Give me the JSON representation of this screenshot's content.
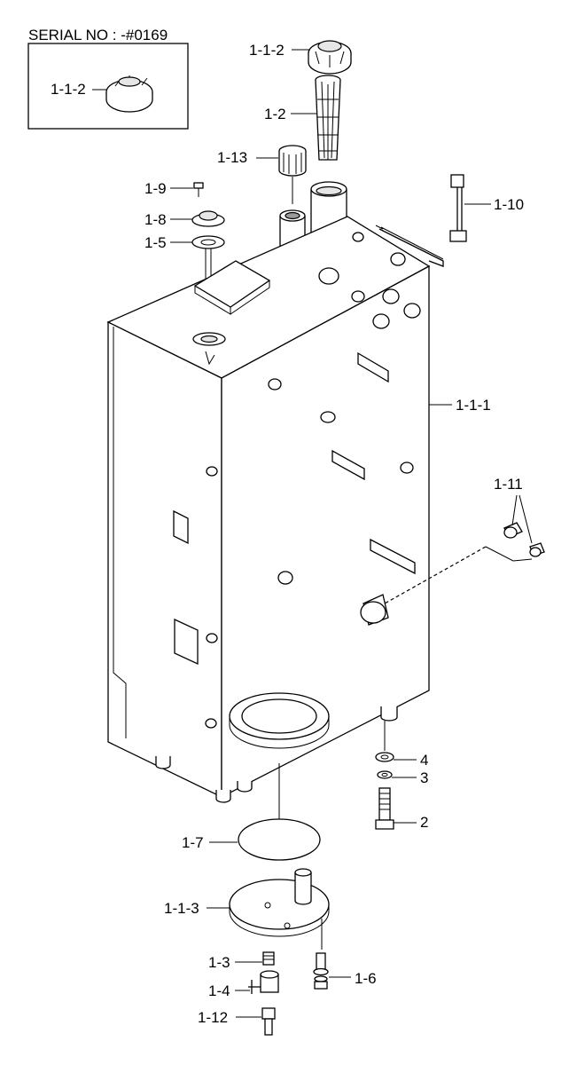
{
  "serial_note": "SERIAL NO : -#0169",
  "labels": {
    "inset_1_1_2": "1-1-2",
    "top_1_1_2": "1-1-2",
    "l_1_2": "1-2",
    "l_1_13": "1-13",
    "l_1_9": "1-9",
    "l_1_8": "1-8",
    "l_1_5": "1-5",
    "l_1_10": "1-10",
    "l_1_1_1": "1-1-1",
    "l_1_11": "1-11",
    "l_4": "4",
    "l_3": "3",
    "l_2": "2",
    "l_1_7": "1-7",
    "l_1_1_3": "1-1-3",
    "l_1_3": "1-3",
    "l_1_6": "1-6",
    "l_1_4": "1-4",
    "l_1_12": "1-12"
  }
}
